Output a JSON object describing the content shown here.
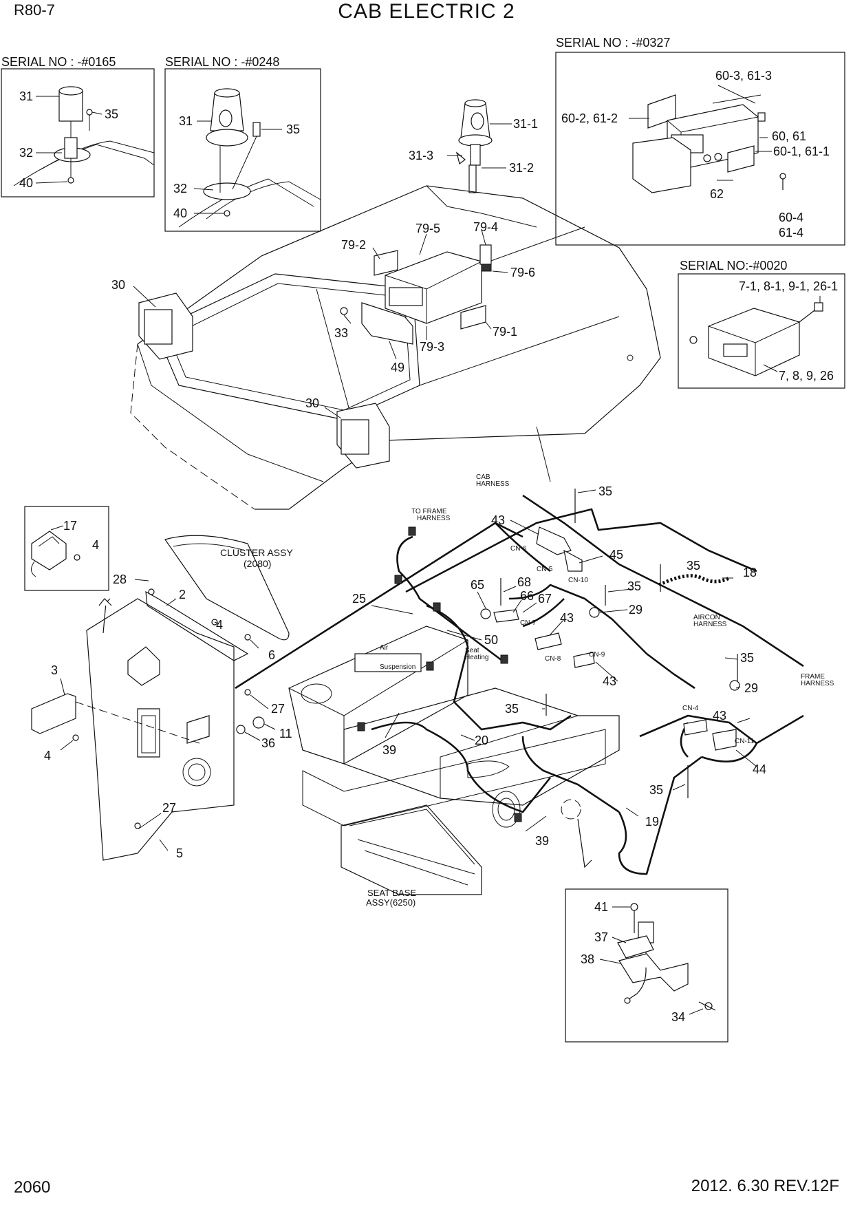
{
  "header": {
    "model": "R80-7",
    "title": "CAB ELECTRIC 2"
  },
  "footer": {
    "page_number": "2060",
    "revision": "2012. 6.30  REV.12F"
  },
  "insets": {
    "serial_0165": "SERIAL NO : -#0165",
    "serial_0248": "SERIAL NO : -#0248",
    "serial_0327": "SERIAL NO : -#0327",
    "serial_0020": "SERIAL NO:-#0020"
  },
  "annotations": {
    "cluster_assy": "CLUSTER ASSY",
    "cluster_ref": "(2080)",
    "to_frame": "TO FRAME",
    "harness": "HARNESS",
    "cab": "CAB",
    "aircon": "AIRCON",
    "frame": "FRAME",
    "seat_base": "SEAT BASE",
    "seat_base_ref": "ASSY(6250)",
    "air": "Air",
    "suspension": "Suspension",
    "seat": "Seat",
    "heating": "Heating",
    "cn4": "CN-4",
    "cn5": "CN-5",
    "cn6": "CN-6",
    "cn7": "CN-7",
    "cn8": "CN-8",
    "cn9": "CN-9",
    "cn10": "CN-10",
    "cn11": "CN-11"
  },
  "callouts": {
    "c31a": "31",
    "c35a": "35",
    "c32a": "32",
    "c40a": "40",
    "c31b": "31",
    "c35b": "35",
    "c32b": "32",
    "c40b": "40",
    "c31_1": "31-1",
    "c31_3": "31-3",
    "c31_2": "31-2",
    "c60_3": "60-3, 61-3",
    "c60_2": "60-2, 61-2",
    "c60": "60, 61",
    "c60_1": "60-1, 61-1",
    "c62": "62",
    "c60_4": "60-4",
    "c61_4": "61-4",
    "c79_2": "79-2",
    "c79_5": "79-5",
    "c79_4": "79-4",
    "c79_6": "79-6",
    "c79_1": "79-1",
    "c79_3": "79-3",
    "c33": "33",
    "c49": "49",
    "c30a": "30",
    "c30b": "30",
    "c7_1": "7-1, 8-1, 9-1, 26-1",
    "c7": "7, 8, 9, 26",
    "c17": "17",
    "c4a": "4",
    "c28": "28",
    "c2": "2",
    "c4b": "4",
    "c6": "6",
    "c3": "3",
    "c4c": "4",
    "c27a": "27",
    "c11": "11",
    "c36": "36",
    "c27b": "27",
    "c5": "5",
    "c25": "25",
    "c43a": "43",
    "c45": "45",
    "c35c": "35",
    "c65": "65",
    "c68": "68",
    "c66": "66",
    "c67": "67",
    "c35d": "35",
    "c29a": "29",
    "c43b": "43",
    "c50": "50",
    "c43c": "43",
    "c35e": "35",
    "c35f": "35",
    "c18": "18",
    "c35g": "35",
    "c29b": "29",
    "c39a": "39",
    "c20": "20",
    "c43d": "43",
    "c44": "44",
    "c35h": "35",
    "c19": "19",
    "c39b": "39",
    "c41": "41",
    "c37": "37",
    "c38": "38",
    "c34": "34"
  }
}
